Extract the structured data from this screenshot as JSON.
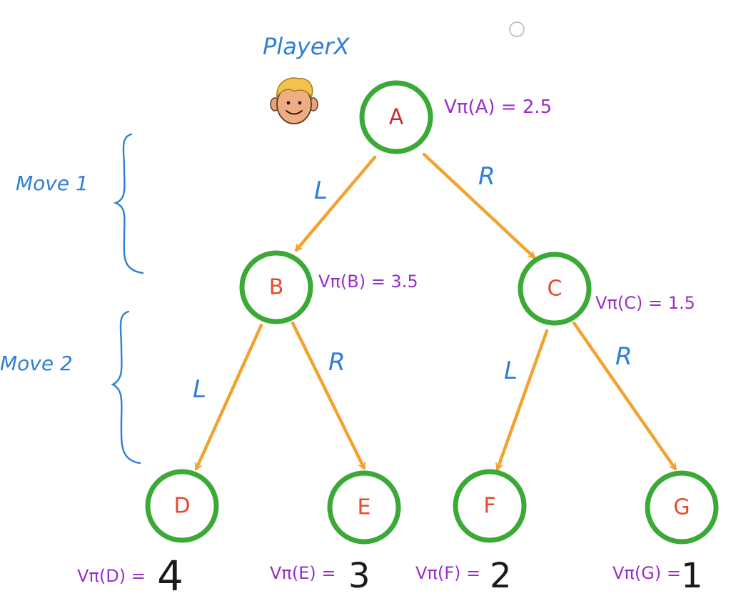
{
  "player": {
    "label": "PlayerX",
    "avatar_icon": "smiling-face-icon"
  },
  "moves": [
    {
      "label": "Move 1"
    },
    {
      "label": "Move 2"
    }
  ],
  "nodes": {
    "A": {
      "label": "A",
      "value": "Vπ(A) = 2.5",
      "color": "#cc2a2a"
    },
    "B": {
      "label": "B",
      "value": "Vπ(B) = 3.5",
      "color": "#e64a2e"
    },
    "C": {
      "label": "C",
      "value": "Vπ(C) = 1.5",
      "color": "#e64a2e"
    },
    "D": {
      "label": "D",
      "value_prefix": "Vπ(D) =",
      "value_num": "4",
      "color": "#e64a2e"
    },
    "E": {
      "label": "E",
      "value_prefix": "Vπ(E) =",
      "value_num": "3",
      "color": "#e64a2e"
    },
    "F": {
      "label": "F",
      "value_prefix": "Vπ(F) =",
      "value_num": "2",
      "color": "#e64a2e"
    },
    "G": {
      "label": "G",
      "value_prefix": "Vπ(G) =",
      "value_num": "1",
      "color": "#e64a2e"
    }
  },
  "edges": [
    {
      "from": "A",
      "to": "B",
      "label": "L"
    },
    {
      "from": "A",
      "to": "C",
      "label": "R"
    },
    {
      "from": "B",
      "to": "D",
      "label": "L"
    },
    {
      "from": "B",
      "to": "E",
      "label": "R"
    },
    {
      "from": "C",
      "to": "F",
      "label": "L"
    },
    {
      "from": "C",
      "to": "G",
      "label": "R"
    }
  ],
  "colors": {
    "node_stroke": "#3aa935",
    "edge": "#f2a22e",
    "annotation_blue": "#2f7fd6",
    "value_purple": "#9a2fc7"
  }
}
